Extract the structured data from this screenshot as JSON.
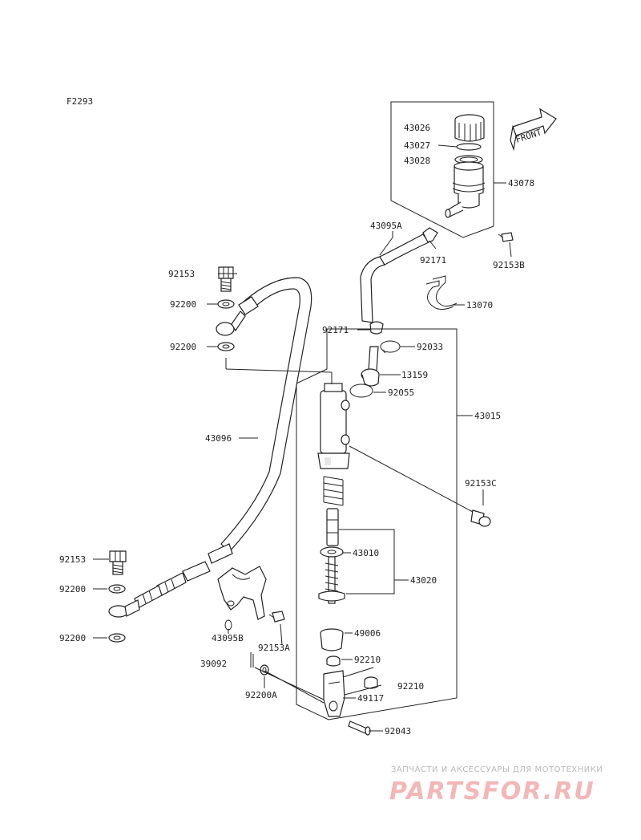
{
  "diagram_code": "F2293",
  "front_marker": "FRONT",
  "watermark": {
    "tagline": "ЗАПЧАСТИ И АКСЕССУАРЫ ДЛЯ МОТОТЕХНИКИ",
    "brand": "PARTSFOR.RU"
  },
  "parts": {
    "p43026": "43026",
    "p43027": "43027",
    "p43028": "43028",
    "p43078": "43078",
    "p43095A": "43095A",
    "p92171a": "92171",
    "p92153B": "92153B",
    "p92153a": "92153",
    "p92200a": "92200",
    "p92200b": "92200",
    "p13070": "13070",
    "p92171b": "92171",
    "p92033": "92033",
    "p13159": "13159",
    "p92055": "92055",
    "p43015": "43015",
    "p43096": "43096",
    "p92153C": "92153C",
    "p92153b": "92153",
    "p92200c": "92200",
    "p43010": "43010",
    "p43020": "43020",
    "p92200d": "92200",
    "p43095B": "43095B",
    "p49006": "49006",
    "p92153A": "92153A",
    "p39092": "39092",
    "p92210a": "92210",
    "p92210b": "92210",
    "p92200A": "92200A",
    "p49117": "49117",
    "p92043": "92043"
  }
}
